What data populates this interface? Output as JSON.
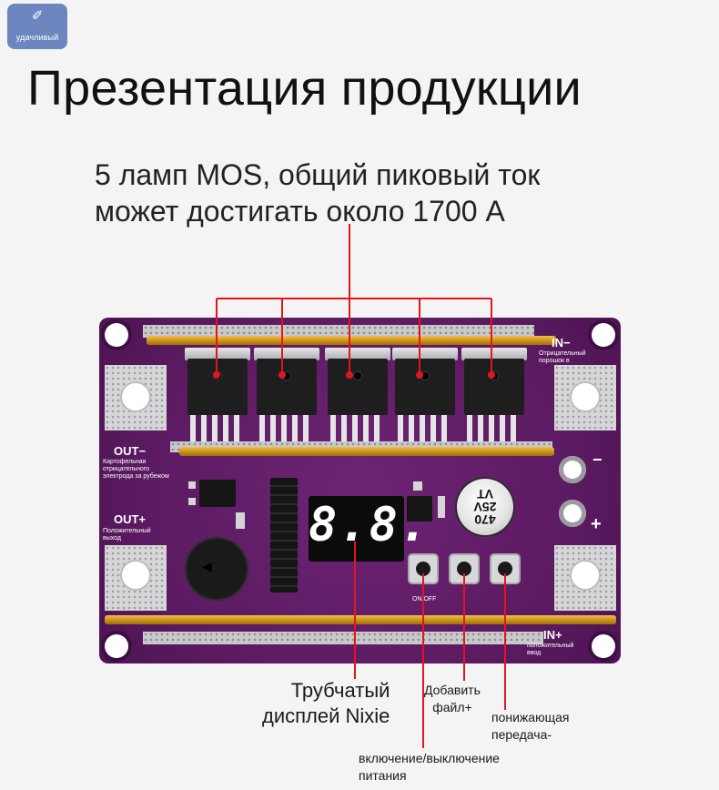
{
  "badge": {
    "icon": "feather-icon",
    "label": "удачливый"
  },
  "title": "Презентация продукции",
  "headline": {
    "line1": "5 ламп MOS, общий пиковый ток",
    "line2": "может достигать около 1700 А"
  },
  "board": {
    "in_minus": "IN−",
    "in_minus_sub": "Отрицательный порошок в",
    "out_minus": "OUT−",
    "out_minus_sub": "Картофельная отрицательного электрода за рубежом",
    "out_plus": "OUT+",
    "out_plus_sub": "Положительный выход",
    "in_plus": "IN+",
    "in_plus_sub": "положительный ввод",
    "minus_sign": "−",
    "plus_sign": "+",
    "display_digits": "8.8.",
    "capacitor": "470\n25V\nVT",
    "on_off": "ON/OFF"
  },
  "callouts": {
    "nixie_line1": "Трубчатый",
    "nixie_line2": "дисплей Nixie",
    "add_line1": "Добавить",
    "add_line2": "файл+",
    "down_line1": "понижающая",
    "down_line2": "передача-",
    "power_line1": "включение/выключение",
    "power_line2": "питания"
  },
  "colors": {
    "board": "#5a1a60",
    "lead": "#e0161b",
    "gold_bar": "#e0a82a"
  }
}
